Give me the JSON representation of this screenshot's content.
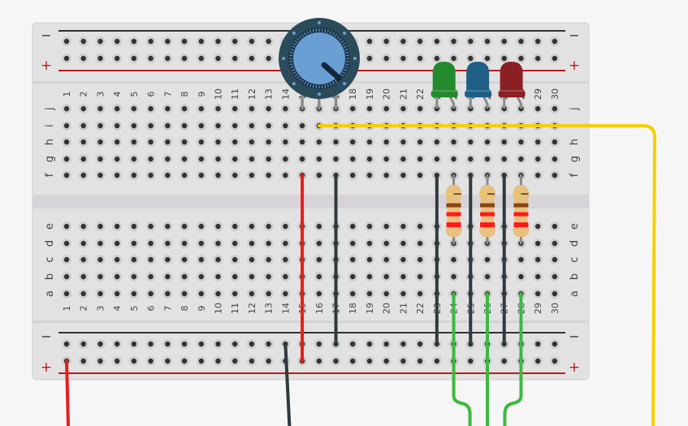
{
  "board": {
    "columns": 30,
    "top_rows": [
      "j",
      "i",
      "h",
      "g",
      "f"
    ],
    "bottom_rows": [
      "e",
      "d",
      "c",
      "b",
      "a"
    ],
    "rail_minus_label": "−",
    "rail_plus_label": "+",
    "colors": {
      "board": "#e2e2e2",
      "channel": "#d6d4d8",
      "hole": "#333333",
      "rail_minus": "#333333",
      "rail_plus": "#b91c1c"
    }
  },
  "components": {
    "potentiometer": {
      "label": "Potentiometer",
      "pins": [
        "j15",
        "j16",
        "j17"
      ],
      "knob_color": "#6a9fd4",
      "ring_color": "#2b4a5a"
    },
    "leds": [
      {
        "label": "Green LED",
        "color": "#248a2e",
        "pins": [
          "j23",
          "j24"
        ]
      },
      {
        "label": "Blue LED",
        "color": "#1f5f86",
        "pins": [
          "j25",
          "j26"
        ]
      },
      {
        "label": "Red LED",
        "color": "#8a2024",
        "pins": [
          "j27",
          "j28"
        ]
      }
    ],
    "resistors": [
      {
        "label": "Resistor 1",
        "pins": [
          "f24",
          "d24"
        ],
        "bands": [
          "#e8d63a",
          "#8b4513",
          "#ff1a1a",
          "#ff1a1a"
        ]
      },
      {
        "label": "Resistor 2",
        "pins": [
          "f26",
          "d26"
        ],
        "bands": [
          "#e8d63a",
          "#8b4513",
          "#ff1a1a",
          "#ff1a1a"
        ]
      },
      {
        "label": "Resistor 3",
        "pins": [
          "f28",
          "d28"
        ],
        "bands": [
          "#e8d63a",
          "#8b4513",
          "#ff1a1a",
          "#ff1a1a"
        ]
      }
    ]
  },
  "wires": [
    {
      "name": "wire-red-15",
      "color": "#e81c1c",
      "from": "f15",
      "to": "bottom+15"
    },
    {
      "name": "wire-black-17",
      "color": "#2f3a3d",
      "from": "f17",
      "to": "bottom-17"
    },
    {
      "name": "wire-black-23",
      "color": "#2f3a3d",
      "from": "f23",
      "to": "bottom-23"
    },
    {
      "name": "wire-black-25",
      "color": "#2f3a3d",
      "from": "f25",
      "to": "bottom-25"
    },
    {
      "name": "wire-black-27",
      "color": "#2f3a3d",
      "from": "f27",
      "to": "bottom-27"
    },
    {
      "name": "wire-yellow-16",
      "color": "#f5d000",
      "from": "i16",
      "to": "off-board"
    },
    {
      "name": "wire-green-24",
      "color": "#3db83f",
      "from": "a24",
      "to": "off-board"
    },
    {
      "name": "wire-green-26",
      "color": "#3db83f",
      "from": "a26",
      "to": "off-board"
    },
    {
      "name": "wire-green-28",
      "color": "#3db83f",
      "from": "a28",
      "to": "off-board"
    },
    {
      "name": "wire-red-power",
      "color": "#e81c1c",
      "from": "bottom+1",
      "to": "off-board"
    },
    {
      "name": "wire-black-ground",
      "color": "#2f3a3d",
      "from": "bottom-14",
      "to": "off-board"
    }
  ]
}
